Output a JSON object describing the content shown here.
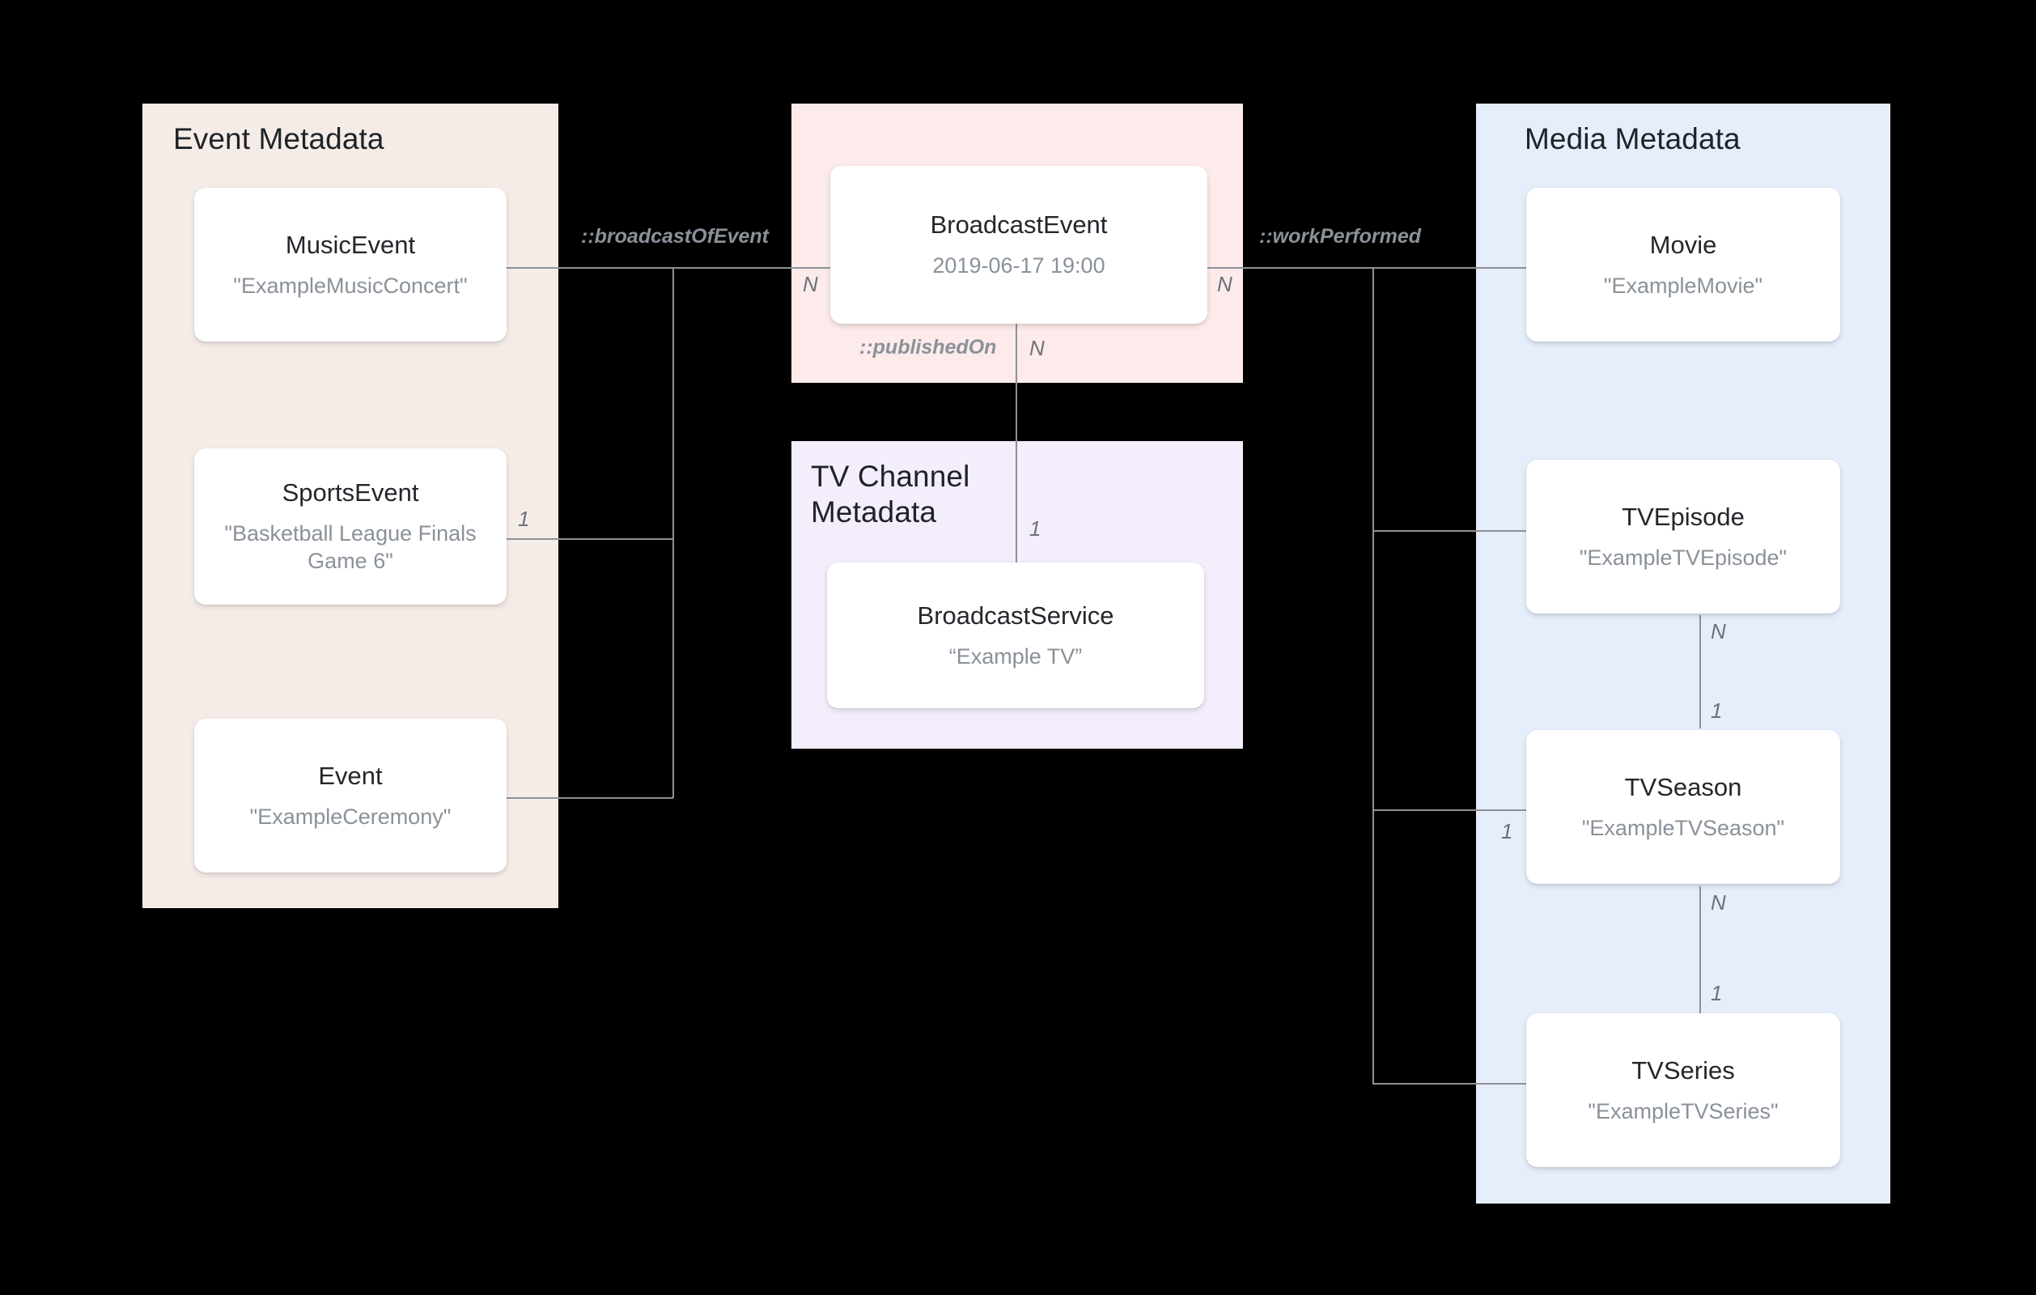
{
  "diagram": {
    "title": "Broadcast / Media metadata entity relationship diagram",
    "canvas_background": "#000000",
    "connector_color": "#8d9197"
  },
  "panels": [
    {
      "id": "event",
      "title": "Event Metadata",
      "color": "#f5ece8"
    },
    {
      "id": "broadcast",
      "title": "",
      "color": "#fdeaea"
    },
    {
      "id": "tvchannel",
      "title": "TV Channel\nMetadata",
      "color": "#f4edfc"
    },
    {
      "id": "media",
      "title": "Media Metadata",
      "color": "#e6edfb"
    }
  ],
  "cards": {
    "music_event": {
      "title": "MusicEvent",
      "value": "\"ExampleMusicConcert\""
    },
    "sports_event": {
      "title": "SportsEvent",
      "value": "\"Basketball League Finals Game 6\""
    },
    "event": {
      "title": "Event",
      "value": "\"ExampleCeremony\""
    },
    "broadcast_event": {
      "title": "BroadcastEvent",
      "value": "2019-06-17 19:00"
    },
    "broadcast_service": {
      "title": "BroadcastService",
      "value": "“Example TV”"
    },
    "movie": {
      "title": "Movie",
      "value": "\"ExampleMovie\""
    },
    "tv_episode": {
      "title": "TVEpisode",
      "value": "\"ExampleTVEpisode\""
    },
    "tv_season": {
      "title": "TVSeason",
      "value": "\"ExampleTVSeason\""
    },
    "tv_series": {
      "title": "TVSeries",
      "value": "\"ExampleTVSeries\""
    }
  },
  "relations": {
    "broadcast_of_event": "::broadcastOfEvent",
    "work_performed": "::workPerformed",
    "published_on": "::publishedOn"
  },
  "cardinalities": {
    "broadcast_event_left": "N",
    "broadcast_event_right": "N",
    "broadcast_event_bottom": "N",
    "sports_event_right": "1",
    "broadcast_service_top": "1",
    "tv_episode_bottom": "N",
    "tv_season_top": "1",
    "tv_season_left": "1",
    "tv_season_bottom": "N",
    "tv_series_top": "1"
  }
}
